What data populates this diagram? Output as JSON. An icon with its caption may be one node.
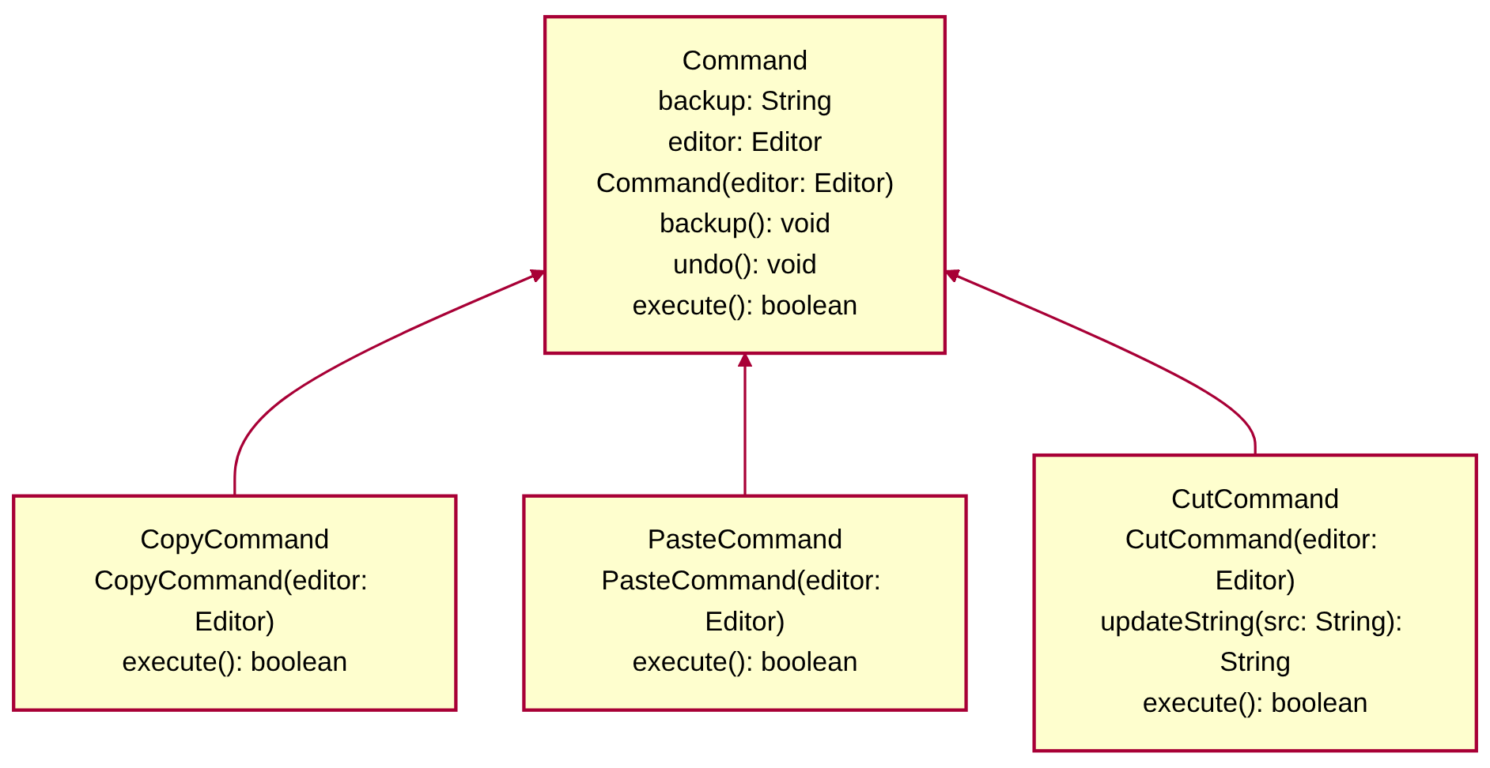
{
  "diagram": {
    "nodes": [
      {
        "text": [
          "Command",
          "backup: String",
          "editor: Editor",
          "Command(editor: Editor)",
          "backup(): void",
          "undo(): void",
          "execute(): boolean"
        ]
      },
      {
        "text": [
          "CopyCommand",
          "CopyCommand(editor: Editor)",
          "execute(): boolean"
        ]
      },
      {
        "text": [
          "PasteCommand",
          "PasteCommand(editor: Editor)",
          "execute(): boolean"
        ]
      },
      {
        "text": [
          "CutCommand",
          "CutCommand(editor: Editor)",
          "updateString(src: String): String",
          "execute(): boolean"
        ]
      }
    ],
    "edges": [
      {
        "from": 1,
        "to": 0,
        "arrow": "to"
      },
      {
        "from": 2,
        "to": 0,
        "arrow": "to"
      },
      {
        "from": 3,
        "to": 0,
        "arrow": "to"
      }
    ]
  }
}
